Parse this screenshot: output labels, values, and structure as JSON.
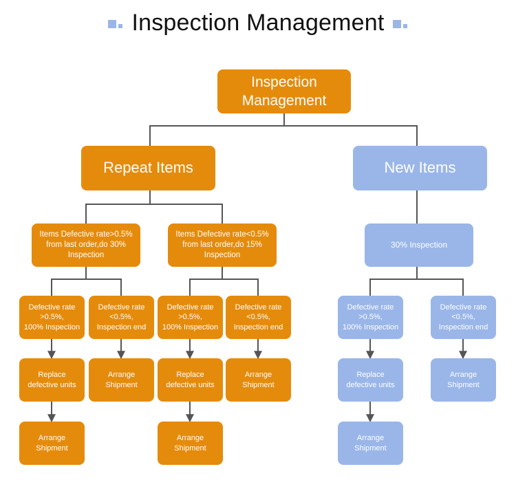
{
  "title": "Inspection Management",
  "colors": {
    "orange": "#e58b0c",
    "blue": "#9ab6e8",
    "line": "#555555"
  },
  "nodes": {
    "root": "Inspection\nManagement",
    "repeat": "Repeat Items",
    "new": "New Items",
    "rep_a": "Items Defective rate>0.5%\nfrom last order,do 30%\nInspection",
    "rep_b": "Items Defective rate<0.5%\nfrom last order,do 15%\nInspection",
    "new_a": "30% Inspection",
    "a_hi": "Defective rate\n>0.5%,\n100% Inspection",
    "a_lo": "Defective rate\n<0.5%,\nInspection end",
    "b_hi": "Defective rate\n>0.5%,\n100% Inspection",
    "b_lo": "Defective rate\n<0.5%,\nInspection end",
    "n_hi": "Defective rate\n>0.5%,\n100% Inspection",
    "n_lo": "Defective rate\n<0.5%,\nInspection end",
    "a_replace": "Replace\ndefective units",
    "a_ship_lo": "Arrange\nShipment",
    "b_replace": "Replace\ndefective units",
    "b_ship_lo": "Arrange\nShipment",
    "n_replace": "Replace\ndefective units",
    "n_ship_lo": "Arrange\nShipment",
    "a_ship": "Arrange\nShipment",
    "b_ship": "Arrange\nShipment",
    "n_ship": "Arrange\nShipment"
  }
}
